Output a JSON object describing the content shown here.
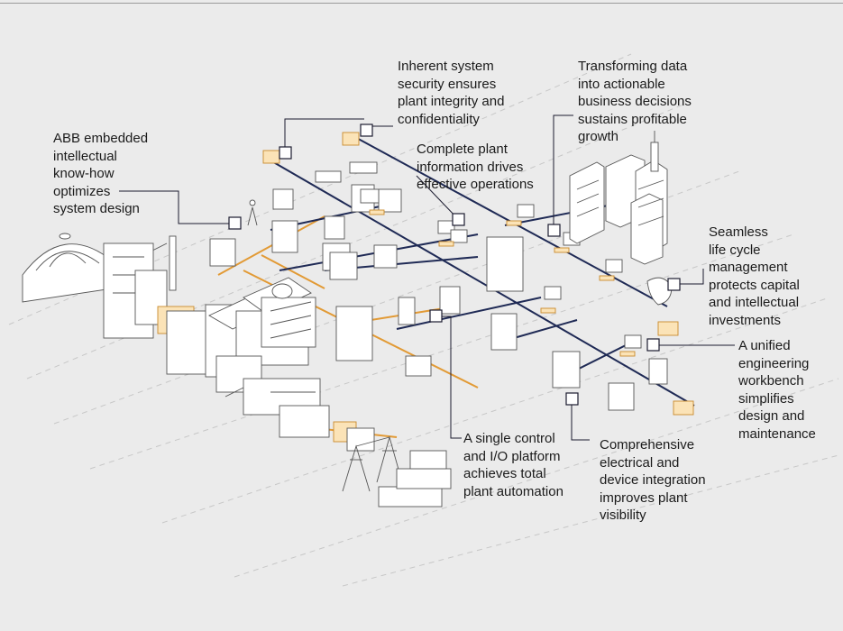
{
  "callouts": {
    "security": "Inherent system\nsecurity ensures\nplant integrity and\nconfidentiality",
    "data": "Transforming data\ninto actionable\nbusiness decisions\nsustains profitable\ngrowth",
    "abb": "ABB embedded\nintellectual\nknow-how\noptimizes\nsystem design",
    "info": "Complete plant\ninformation drives\neffective operations",
    "lifecycle": "Seamless\nlife cycle\nmanagement\nprotects capital\nand intellectual\ninvestments",
    "workbench": "A unified\nengineering\nworkbench\nsimplifies\ndesign and\nmaintenance",
    "control": "A single control\nand I/O platform\nachieves total\nplant automation",
    "electrical": "Comprehensive\nelectrical and\ndevice integration\nimproves plant\nvisibility"
  },
  "colors": {
    "background": "#ebebeb",
    "network_line": "#1f2a55",
    "io_line": "#e29a35",
    "equipment_outline": "#555555",
    "firewall_fill": "#fbe3b7"
  }
}
